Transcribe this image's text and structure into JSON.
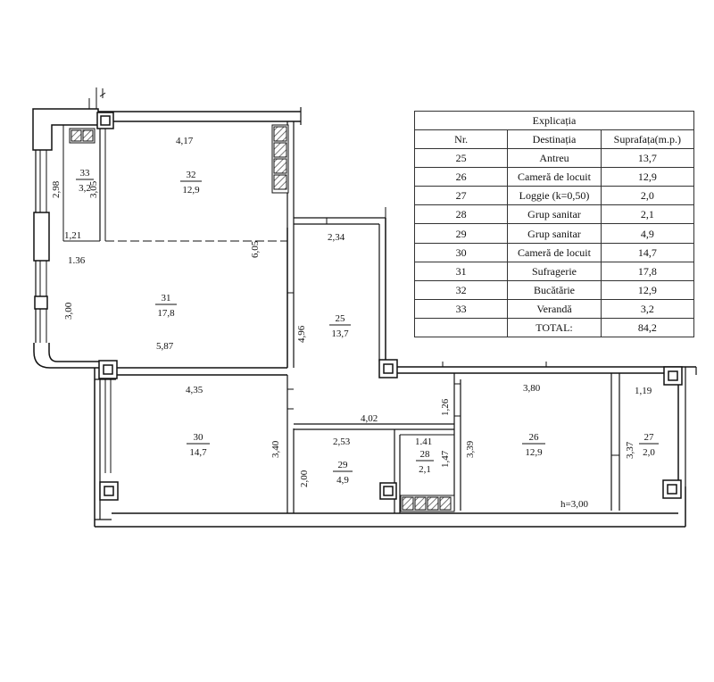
{
  "legend": {
    "title": "Explicația",
    "headers": [
      "Nr.",
      "Destinația",
      "Suprafața(m.p.)"
    ],
    "rows": [
      [
        "25",
        "Antreu",
        "13,7"
      ],
      [
        "26",
        "Cameră de locuit",
        "12,9"
      ],
      [
        "27",
        "Loggie (k=0,50)",
        "2,0"
      ],
      [
        "28",
        "Grup sanitar",
        "2,1"
      ],
      [
        "29",
        "Grup sanitar",
        "4,9"
      ],
      [
        "30",
        "Cameră de locuit",
        "14,7"
      ],
      [
        "31",
        "Sufragerie",
        "17,8"
      ],
      [
        "32",
        "Bucătărie",
        "12,9"
      ],
      [
        "33",
        "Verandă",
        "3,2"
      ]
    ],
    "total_label": "TOTAL:",
    "total_value": "84,2"
  },
  "rooms": {
    "r25": {
      "number": "25",
      "area": "13,7"
    },
    "r26": {
      "number": "26",
      "area": "12,9"
    },
    "r27": {
      "number": "27",
      "area": "2,0"
    },
    "r28": {
      "number": "28",
      "area": "2,1"
    },
    "r29": {
      "number": "29",
      "area": "4,9"
    },
    "r30": {
      "number": "30",
      "area": "14,7"
    },
    "r31": {
      "number": "31",
      "area": "17,8"
    },
    "r32": {
      "number": "32",
      "area": "12,9"
    },
    "r33": {
      "number": "33",
      "area": "3,2"
    }
  },
  "dimensions": {
    "d417": "4,17",
    "d298": "2,98",
    "d305": "3,05",
    "d121": "1,21",
    "d136": "1.36",
    "d605": "6,05",
    "d234": "2,34",
    "d300": "3,00",
    "d587": "5,87",
    "d496": "4,96",
    "d435": "4,35",
    "d380": "3,80",
    "d119": "1,19",
    "d126": "1,26",
    "d402": "4,02",
    "d340": "3,40",
    "d253": "2,53",
    "d141": "1.41",
    "d147": "1,47",
    "d339": "3,39",
    "d337": "3,37",
    "d200": "2,00",
    "height": "h=3,00"
  }
}
